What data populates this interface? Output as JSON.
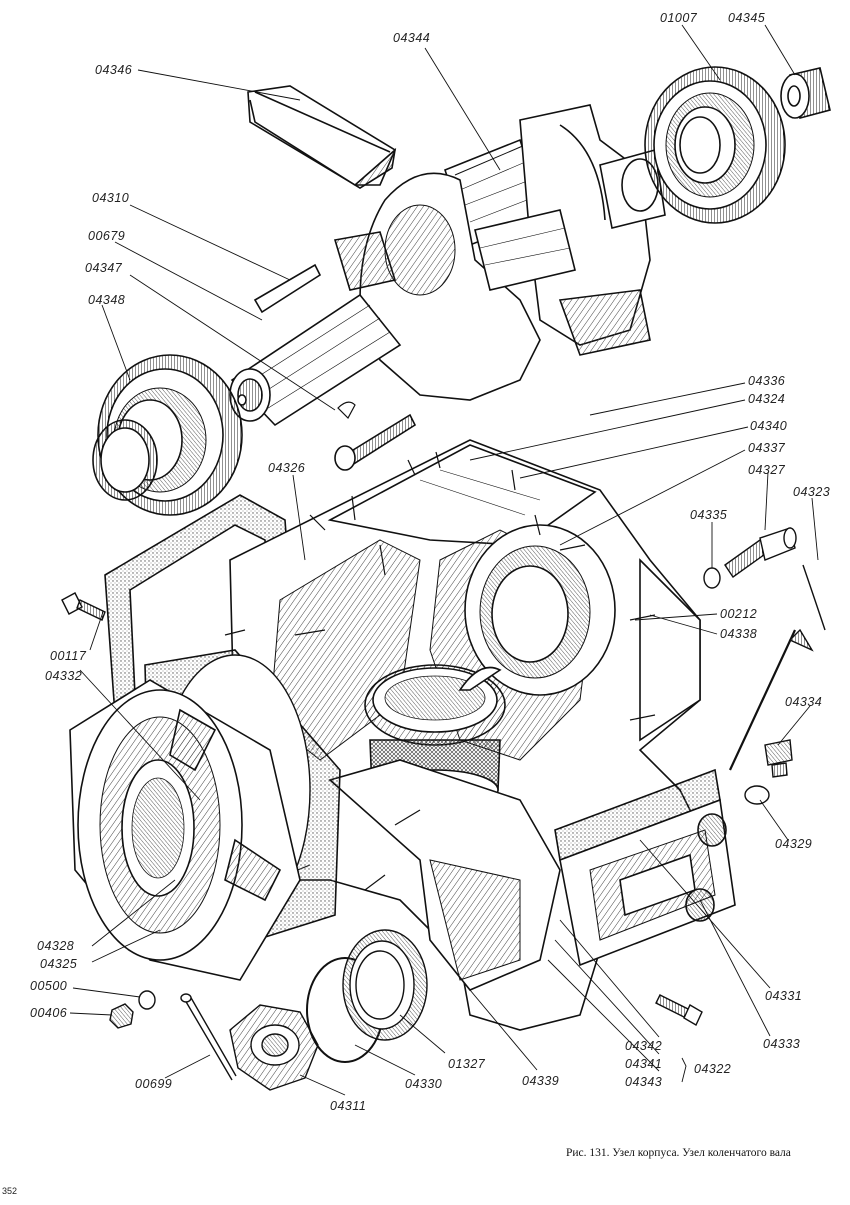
{
  "caption": "Рис. 131. Узел корпуса. Узел коленчатого вала",
  "page_number": "352",
  "labels": {
    "p04346": "04346",
    "p04344": "04344",
    "p01007": "01007",
    "p04345": "04345",
    "p04310": "04310",
    "p00679": "00679",
    "p04347": "04347",
    "p04348": "04348",
    "p04336": "04336",
    "p04324": "04324",
    "p04340": "04340",
    "p04337": "04337",
    "p04327": "04327",
    "p04323": "04323",
    "p04326": "04326",
    "p04335": "04335",
    "p00212": "00212",
    "p04338": "04338",
    "p00117": "00117",
    "p04332": "04332",
    "p04334": "04334",
    "p04329": "04329",
    "p04328": "04328",
    "p04325": "04325",
    "p00500": "00500",
    "p00406": "00406",
    "p04331": "04331",
    "p04333": "04333",
    "p04342": "04342",
    "p04341": "04341",
    "p04343": "04343",
    "p04322": "04322",
    "p01327": "01327",
    "p04330": "04330",
    "p04339": "04339",
    "p00699": "00699",
    "p04311": "04311"
  }
}
